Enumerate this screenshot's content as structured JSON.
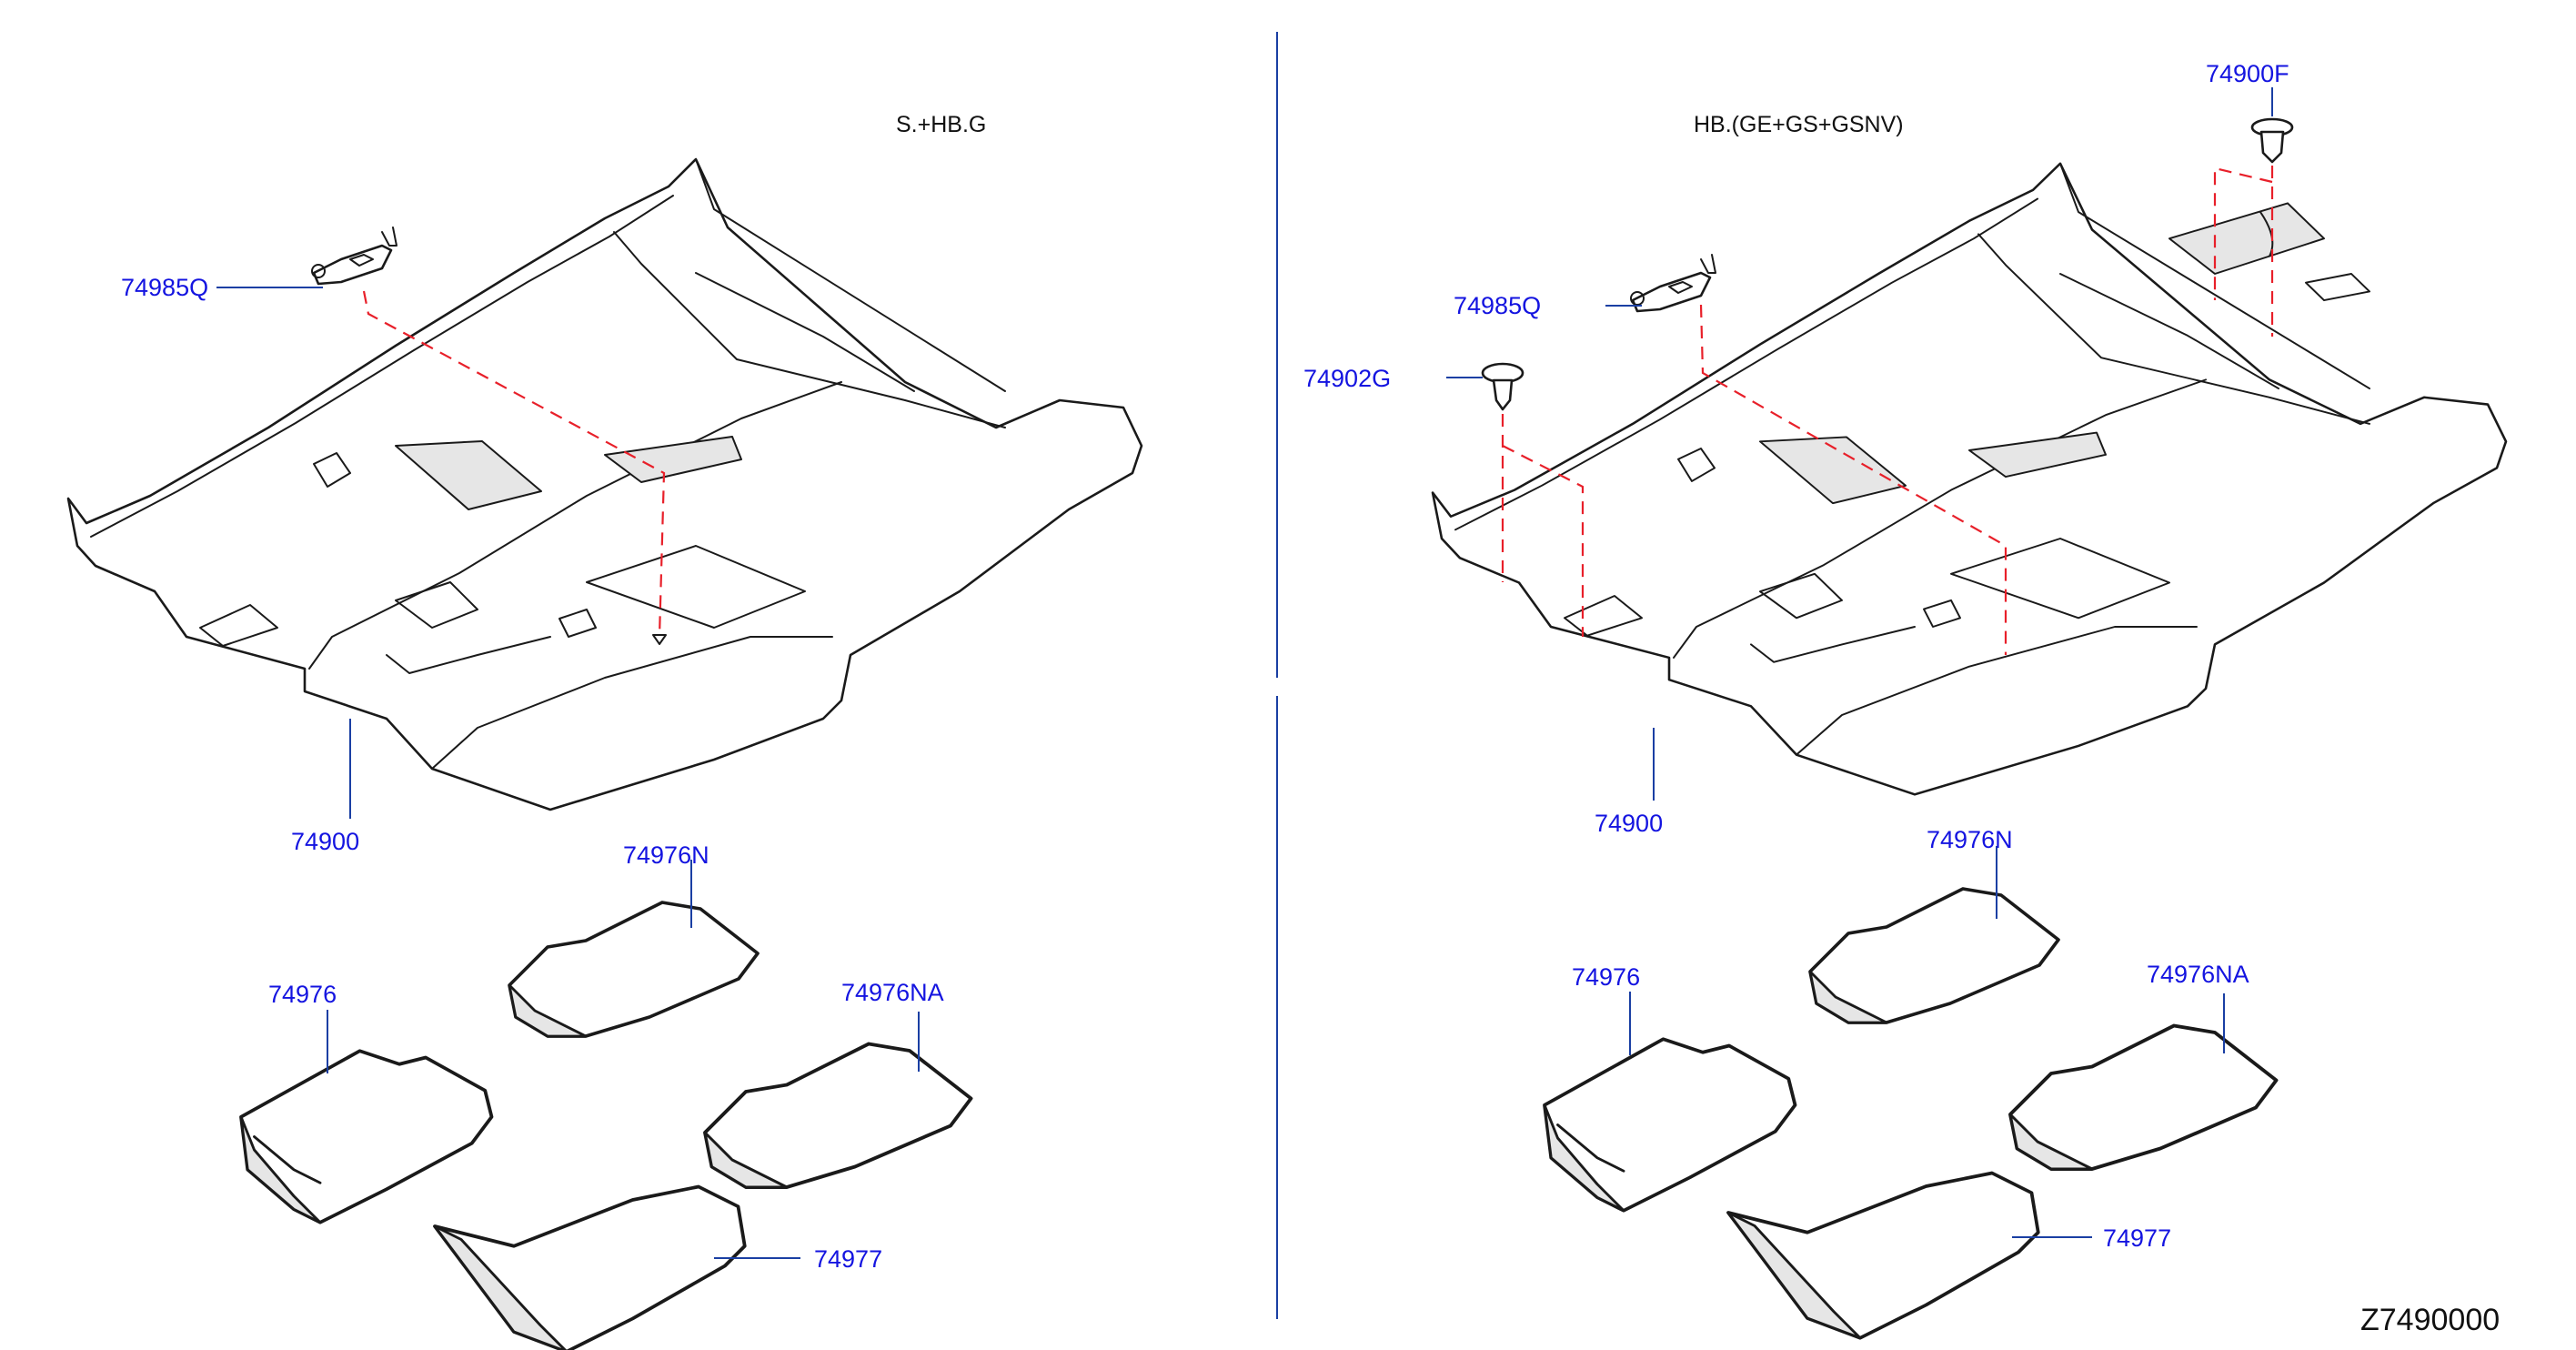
{
  "panels": {
    "left": {
      "variant": "S.+HB.G",
      "labels": {
        "clip": "74985Q",
        "carpet": "74900",
        "mat_rear": "74976N",
        "mat_front": "74976",
        "mat_rear_side": "74976NA",
        "mat_trunk": "74977"
      }
    },
    "right": {
      "variant": "HB.(GE+GS+GSNV)",
      "labels": {
        "grommet": "74900F",
        "clip": "74985Q",
        "fastener": "74902G",
        "carpet": "74900",
        "mat_rear": "74976N",
        "mat_front": "74976",
        "mat_rear_side": "74976NA",
        "mat_trunk": "74977"
      }
    }
  },
  "diagram_code": "Z7490000",
  "colors": {
    "label": "#1414e0",
    "leader": "#1a3fa3",
    "install_line": "#e8202a",
    "divider": "#1a3fa3"
  }
}
